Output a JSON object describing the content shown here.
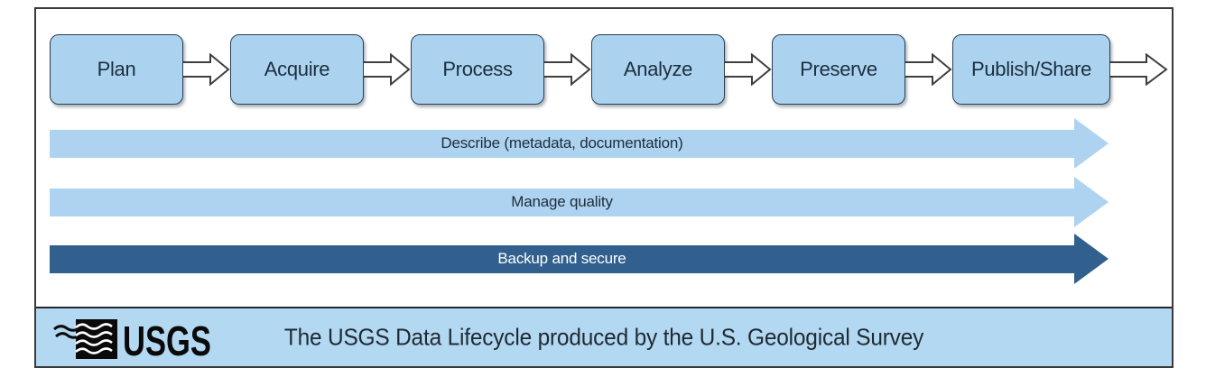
{
  "diagram": {
    "stages": [
      "Plan",
      "Acquire",
      "Process",
      "Analyze",
      "Preserve",
      "Publish/Share"
    ],
    "cross_arrows": [
      {
        "label": "Describe (metadata, documentation)",
        "style": "light"
      },
      {
        "label": "Manage quality",
        "style": "light"
      },
      {
        "label": "Backup and secure",
        "style": "dark"
      }
    ]
  },
  "footer": {
    "logo_text": "USGS",
    "caption": "The USGS Data Lifecycle produced by the U.S. Geological Survey"
  },
  "colors": {
    "stage_box_fill": "#abd3ef",
    "stage_box_border": "#2e3f50",
    "light_arrow_fill": "#aed3f0",
    "dark_arrow_fill": "#31608f",
    "footer_fill": "#b3d8f1",
    "text_navy": "#1c2e3e",
    "frame_border": "#3a3a3a"
  }
}
